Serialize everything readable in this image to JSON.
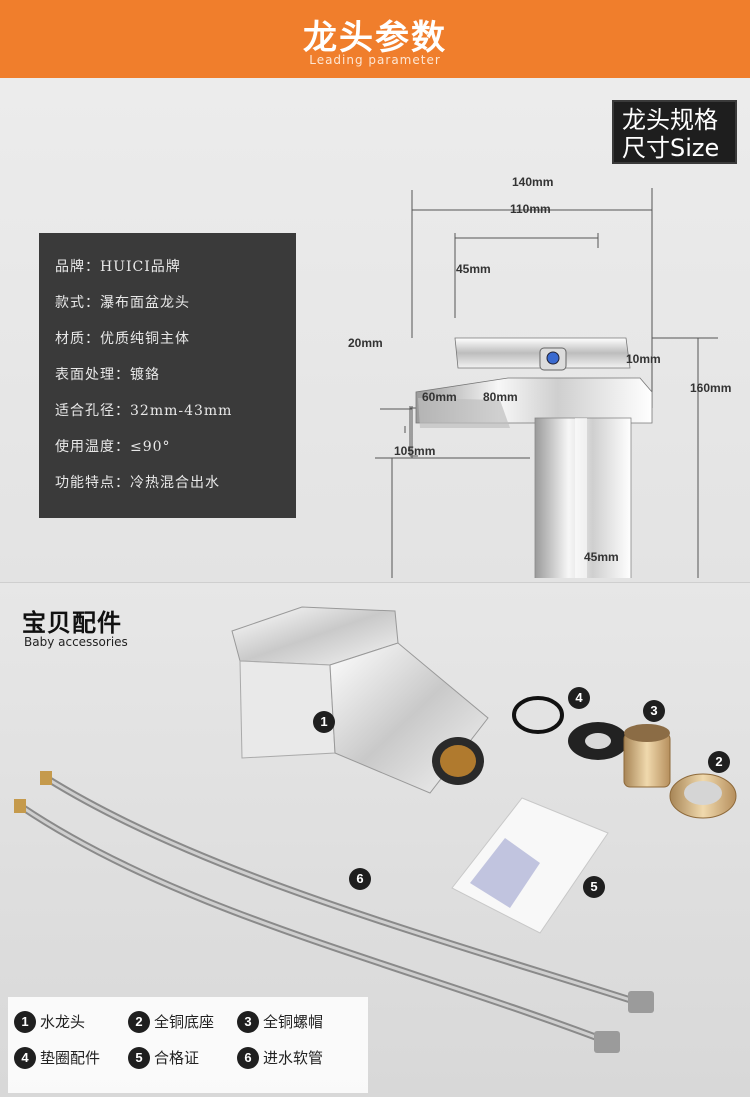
{
  "header": {
    "title": "龙头参数",
    "subtitle": "Leading parameter"
  },
  "size_tag": {
    "line1": "龙头规格",
    "line2": "尺寸Size"
  },
  "specs": [
    "品牌：HUICI品牌",
    "款式：瀑布面盆龙头",
    "材质：优质纯铜主体",
    "表面处理：镀鉻",
    "适合孔径：32mm-43mm",
    "使用温度：≤90°",
    "功能特点：冷热混合出水"
  ],
  "dimensions": {
    "d140": "140mm",
    "d110": "110mm",
    "d45top": "45mm",
    "d20": "20mm",
    "d10": "10mm",
    "d160": "160mm",
    "d60": "60mm",
    "d80": "80mm",
    "d105": "105mm",
    "d45bottom": "45mm"
  },
  "accessories": {
    "title": "宝贝配件",
    "subtitle": "Baby accessories",
    "markers": [
      "1",
      "2",
      "3",
      "4",
      "5",
      "6"
    ],
    "legend": [
      {
        "num": "1",
        "text": "水龙头"
      },
      {
        "num": "2",
        "text": "全铜底座"
      },
      {
        "num": "3",
        "text": "全铜螺帽"
      },
      {
        "num": "4",
        "text": "垫圈配件"
      },
      {
        "num": "5",
        "text": "合格证"
      },
      {
        "num": "6",
        "text": "进水软管"
      }
    ]
  },
  "colors": {
    "header_bg": "#f07e2c",
    "spec_bg": "#3a3a3a",
    "marker_bg": "#1f1f1f"
  }
}
